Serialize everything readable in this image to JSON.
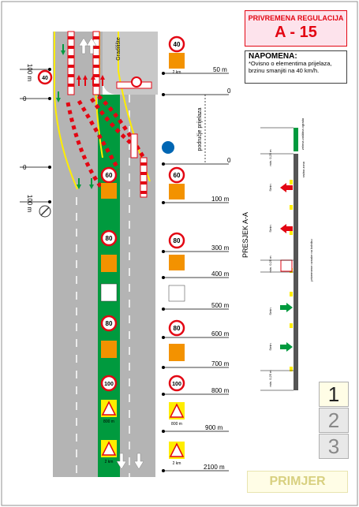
{
  "title": {
    "line1": "PRIVREMENA REGULACIJA",
    "line2": "A - 15"
  },
  "note": {
    "heading": "NAPOMENA:",
    "text": "*Ovisno o elementima prijelaza, brzinu smanjiti na 40 km/h."
  },
  "labels": {
    "worksite": "Gradilište",
    "transition_zone": "područje prijelaza",
    "section": "PRESJEK A-A"
  },
  "left_marks": {
    "top": "100 m",
    "zero1": "0",
    "zero2": "0",
    "bottom": "100 m"
  },
  "distances": [
    "50 m",
    "0",
    "0",
    "100 m",
    "300 m",
    "400 m",
    "500 m",
    "600 m",
    "700 m",
    "800 m",
    "900 m",
    "2100 m"
  ],
  "signs": {
    "s40": "40",
    "s60": "60",
    "s80": "80",
    "s100": "100",
    "plate_2km": "2 km",
    "plate_800m": "800 m"
  },
  "section_labels": {
    "green_strip": "zelena zaštitna ograda",
    "work_zone": "radna zona",
    "yellow_line": "privremene oznake na kolniku",
    "min025": "min. 0,25 m",
    "smin": "Smin",
    "min1": "min. 0,25 m"
  },
  "page_numbers": [
    "1",
    "2",
    "3"
  ],
  "watermark": "PRIMJER",
  "colors": {
    "red": "#e30613",
    "green": "#009a3e",
    "yellow": "#ffed00",
    "orange": "#f39200",
    "road": "#b4b4b4"
  }
}
